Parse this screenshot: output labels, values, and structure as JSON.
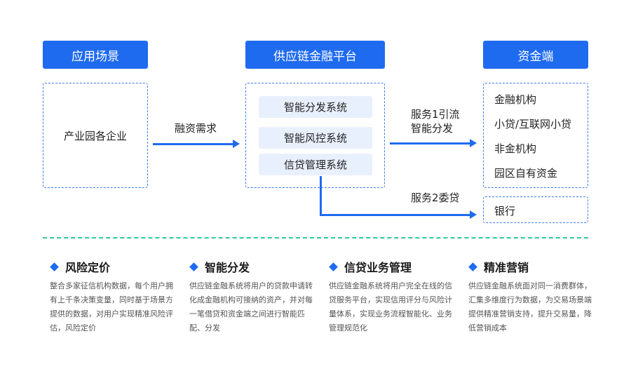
{
  "headers": {
    "scenarios": "应用场景",
    "platform": "供应链金融平台",
    "funding": "资金端"
  },
  "scenario_box": {
    "text": "产业园各企业"
  },
  "flows": {
    "demand": "融资需求",
    "service1_line1": "服务1引流",
    "service1_line2": "智能分发",
    "service2": "服务2委贷"
  },
  "platform_systems": [
    "智能分发系统",
    "智能风控系统",
    "信贷管理系统"
  ],
  "funding_sources": [
    "金融机构",
    "小贷/互联网小贷",
    "非金机构",
    "园区自有资金"
  ],
  "bank": "银行",
  "features": [
    {
      "icon": "diamond-icon",
      "title": "风险定价",
      "desc": "整合多家征信机构数据，每个用户拥有上千条决策变量，同时基于场景方提供的数据，对用户实现精准风险评估，风险定价"
    },
    {
      "icon": "diamond-icon",
      "title": "智能分发",
      "desc": "供应链金融系统将用户的贷款申请转化成金融机构可接纳的资产，并对每一笔借贷和资金端之间进行智能匹配、分发"
    },
    {
      "icon": "diamond-icon",
      "title": "信贷业务管理",
      "desc": "供应链金融系统将用户完全在线的信贷服务平台，实现信用评分与风险计量体系，实现业务流程智能化、业务管理规范化"
    },
    {
      "icon": "diamond-icon",
      "title": "精准营销",
      "desc": "供应链金融系统面对同一消费群体，汇集多维度行为数据，为交易场景端提供精准营销支持，提升交易量，降低营销成本"
    }
  ],
  "colors": {
    "accent": "#1f6bf0",
    "pill_bg": "#e9f0fd",
    "divider": "#2fc89a",
    "desc_text": "#555555"
  }
}
